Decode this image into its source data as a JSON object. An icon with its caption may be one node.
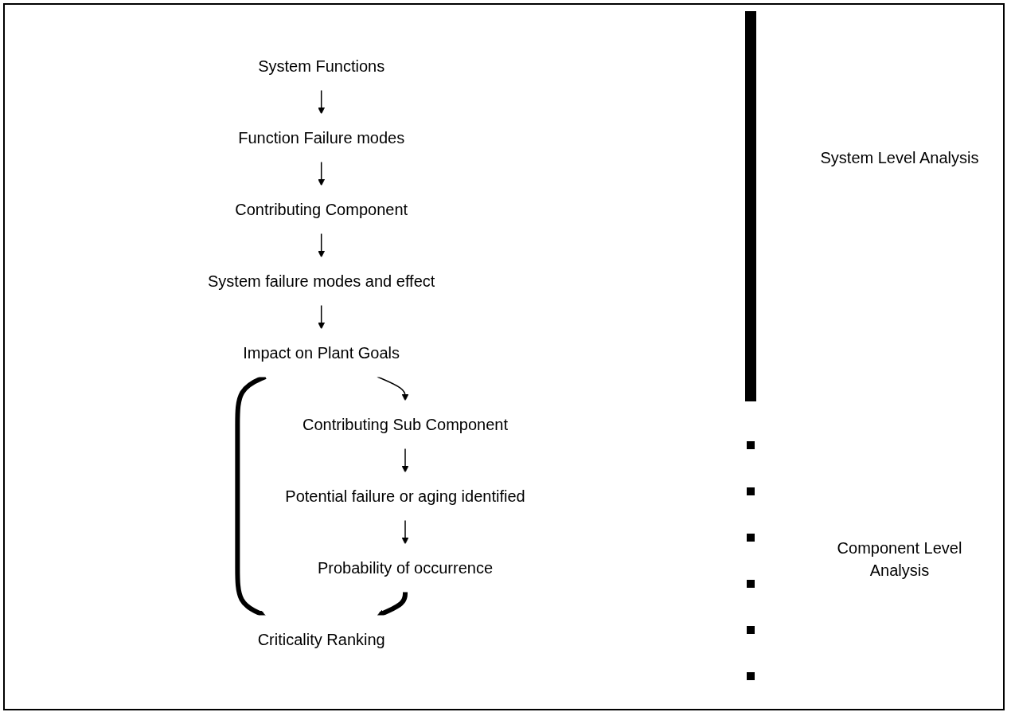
{
  "diagram": {
    "nodes": [
      {
        "text": [
          "System Functions"
        ]
      },
      {
        "text": [
          "Function Failure modes"
        ]
      },
      {
        "text": [
          "Contributing Component"
        ]
      },
      {
        "text": [
          "System failure modes and effect"
        ]
      },
      {
        "text": [
          "Impact on Plant Goals"
        ]
      },
      {
        "text": [
          "Contributing Sub Component"
        ]
      },
      {
        "text": [
          "Potential failure or aging identified"
        ]
      },
      {
        "text": [
          "Probability of occurrence"
        ]
      },
      {
        "text": [
          "Criticality Ranking"
        ]
      }
    ],
    "edges": [
      {
        "from": 0,
        "to": 1,
        "arrow": "to"
      },
      {
        "from": 1,
        "to": 2,
        "arrow": "to"
      },
      {
        "from": 2,
        "to": 3,
        "arrow": "to"
      },
      {
        "from": 3,
        "to": 4,
        "arrow": "to"
      },
      {
        "from": 4,
        "to": 5,
        "arrow": "to"
      },
      {
        "from": 5,
        "to": 6,
        "arrow": "to"
      },
      {
        "from": 6,
        "to": 7,
        "arrow": "to"
      },
      {
        "from": 4,
        "to": 8,
        "arrow": "to",
        "style": "thick"
      },
      {
        "from": 7,
        "to": 8,
        "arrow": "to",
        "style": "thick"
      }
    ],
    "labels": [
      "System Level Analysis",
      "Component Level Analysis"
    ]
  }
}
